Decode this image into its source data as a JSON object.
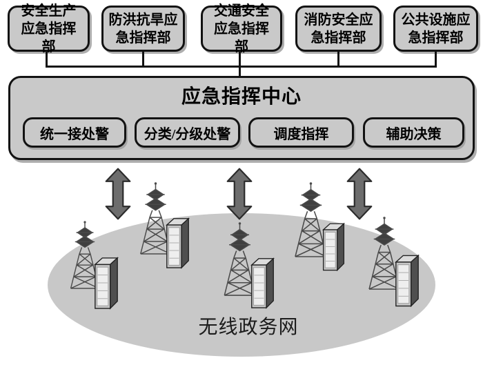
{
  "figure": {
    "departments": [
      {
        "label": "安全生产应急指挥部"
      },
      {
        "label": "防洪抗旱应急指挥部"
      },
      {
        "label": "交通安全应急指挥部"
      },
      {
        "label": "消防安全应急指挥部"
      },
      {
        "label": "公共设施应急指挥部"
      }
    ],
    "command_center": {
      "title": "应急指挥中心",
      "functions": [
        {
          "label": "统一接处警"
        },
        {
          "label": "分类/分级处警"
        },
        {
          "label": "调度指挥"
        },
        {
          "label": "辅助决策"
        }
      ]
    },
    "network": {
      "label": "无线政务网"
    },
    "colors": {
      "node_fill": "#c9c9c9",
      "node_border": "#121212",
      "arrow_fill": "#6d6d6d",
      "arrow_stroke": "#2b2b2b",
      "ellipse_fill": "#c8c8c8"
    }
  }
}
